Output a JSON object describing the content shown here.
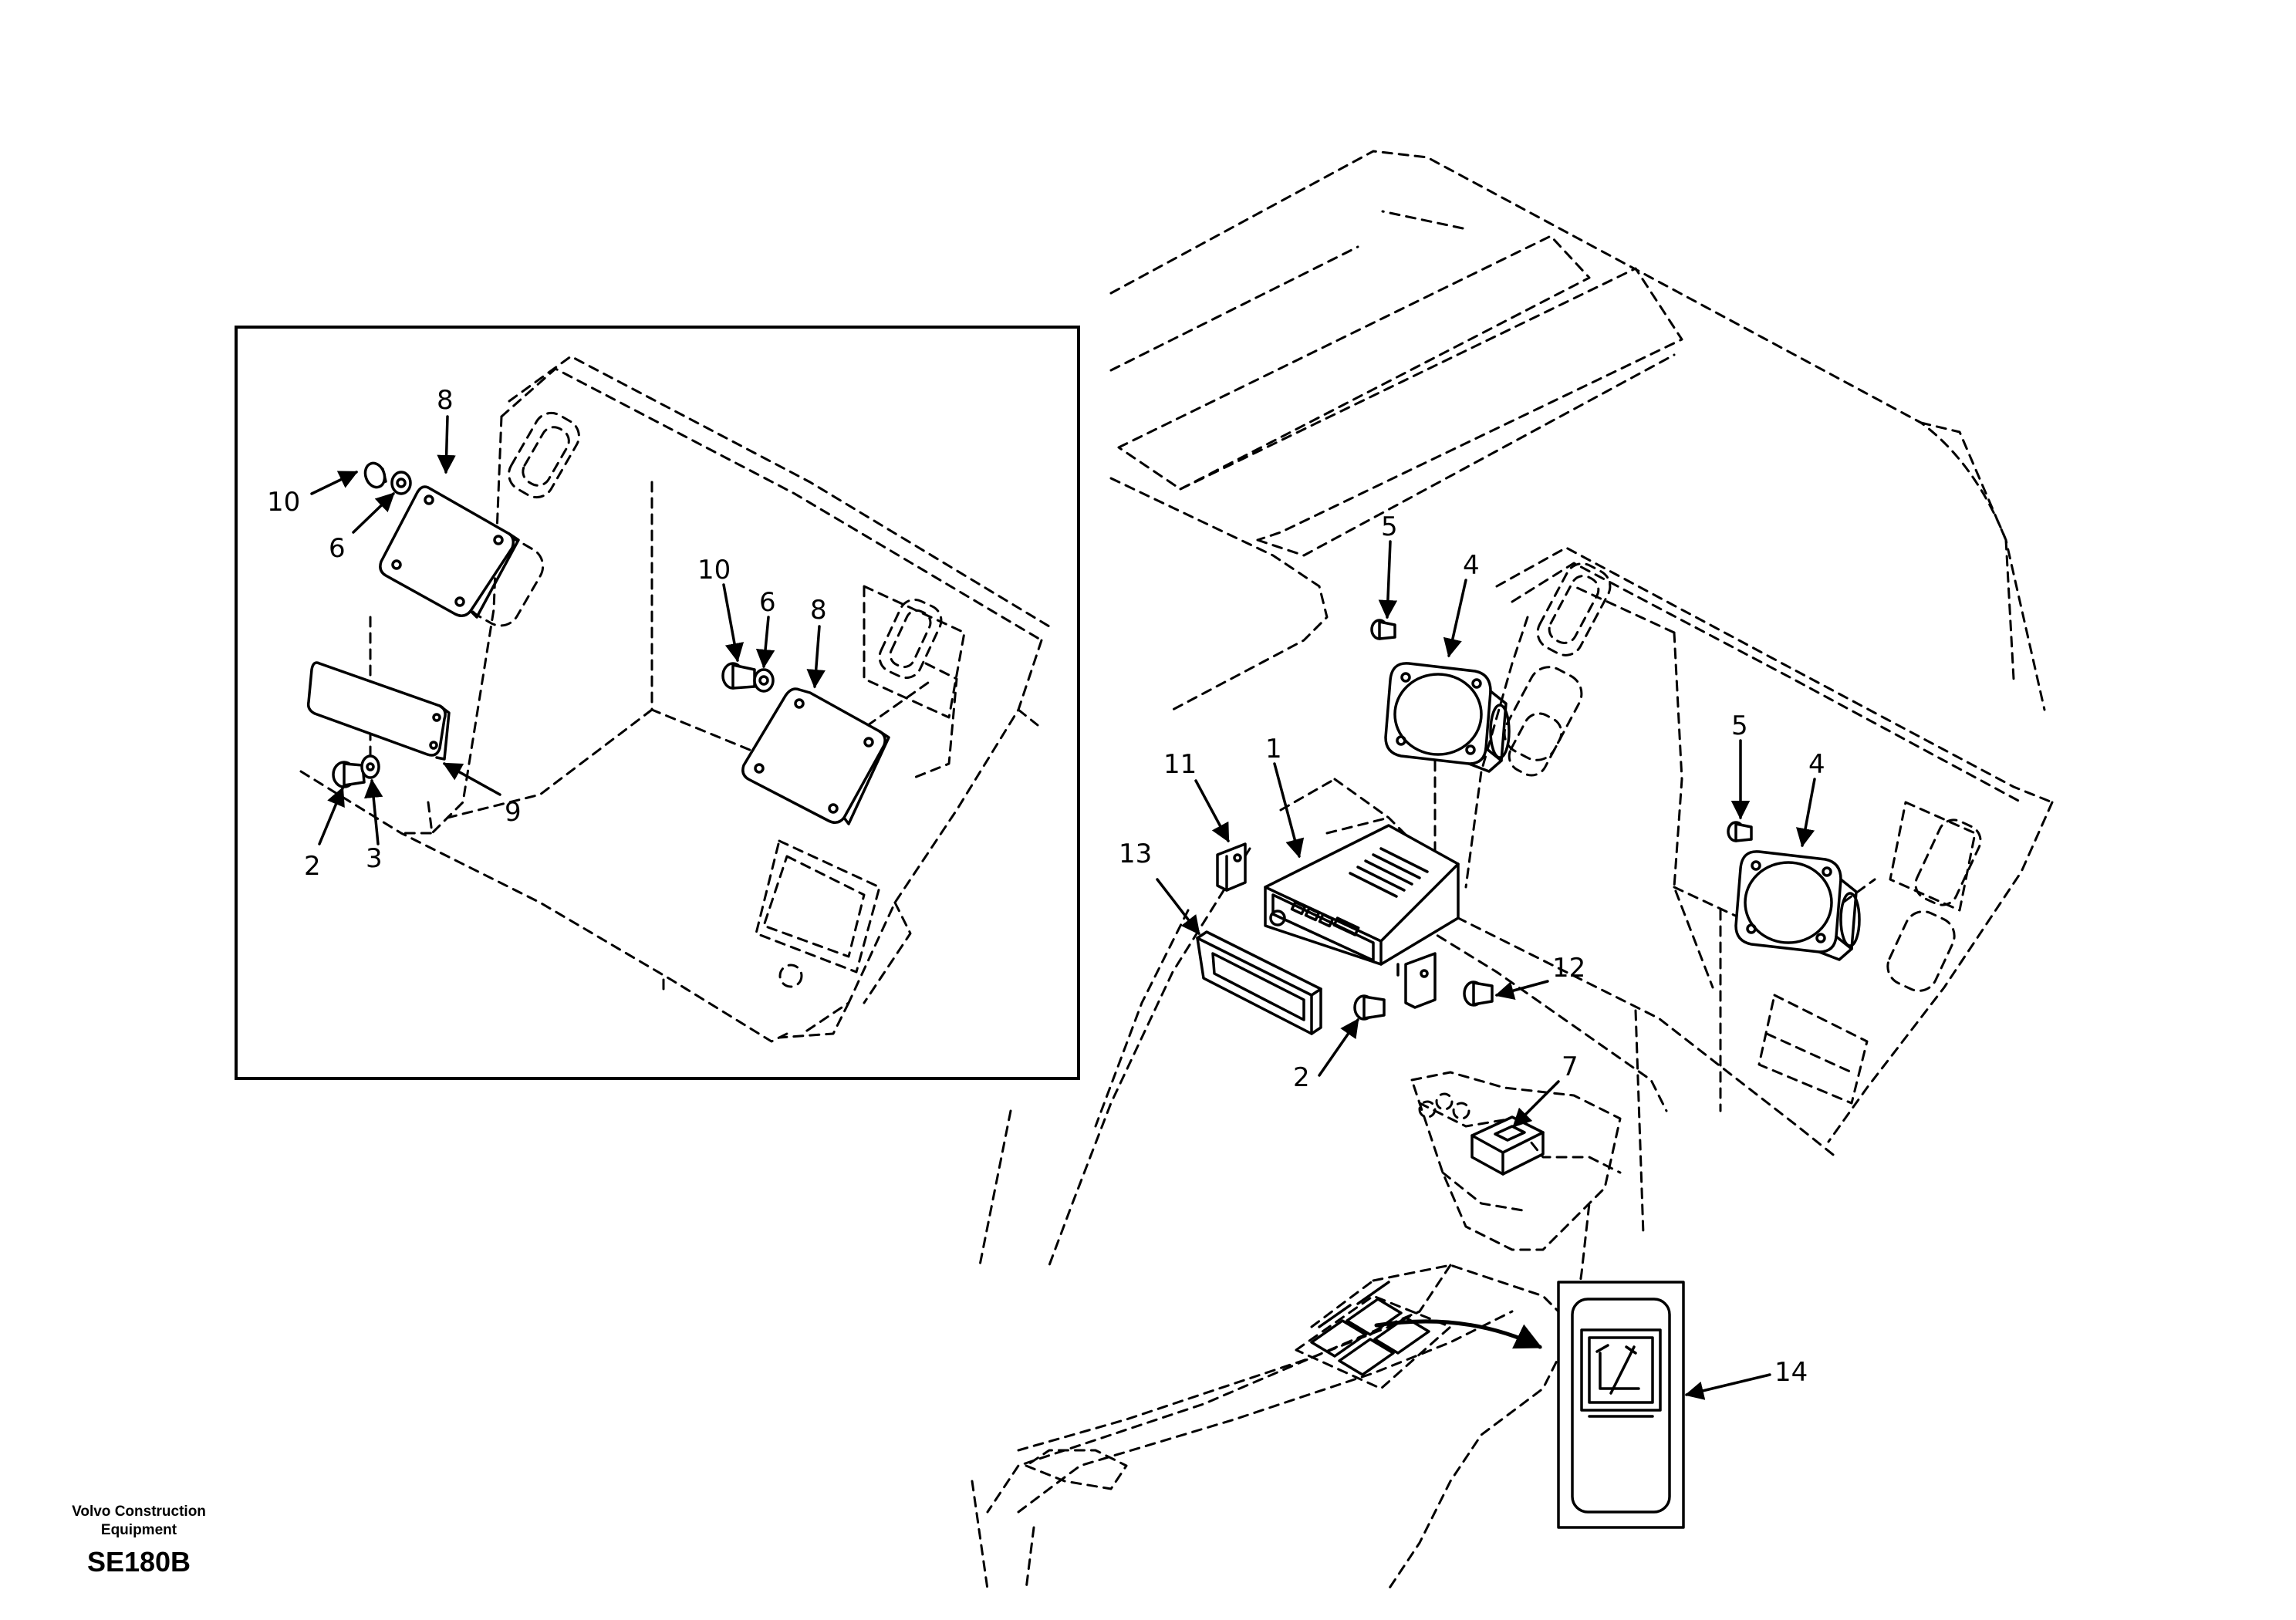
{
  "callouts": {
    "inset_8_top": "8",
    "inset_10_left": "10",
    "inset_6_left": "6",
    "inset_10_mid": "10",
    "inset_6_mid": "6",
    "inset_8_mid": "8",
    "inset_9": "9",
    "inset_2": "2",
    "inset_3": "3",
    "main_5_left": "5",
    "main_4_left": "4",
    "main_5_right": "5",
    "main_4_right": "4",
    "main_11": "11",
    "main_1": "1",
    "main_13": "13",
    "main_12": "12",
    "main_2": "2",
    "main_7": "7",
    "main_14": "14"
  },
  "footer": {
    "brand_line1": "Volvo Construction",
    "brand_line2": "Equipment",
    "model": "SE180B"
  }
}
